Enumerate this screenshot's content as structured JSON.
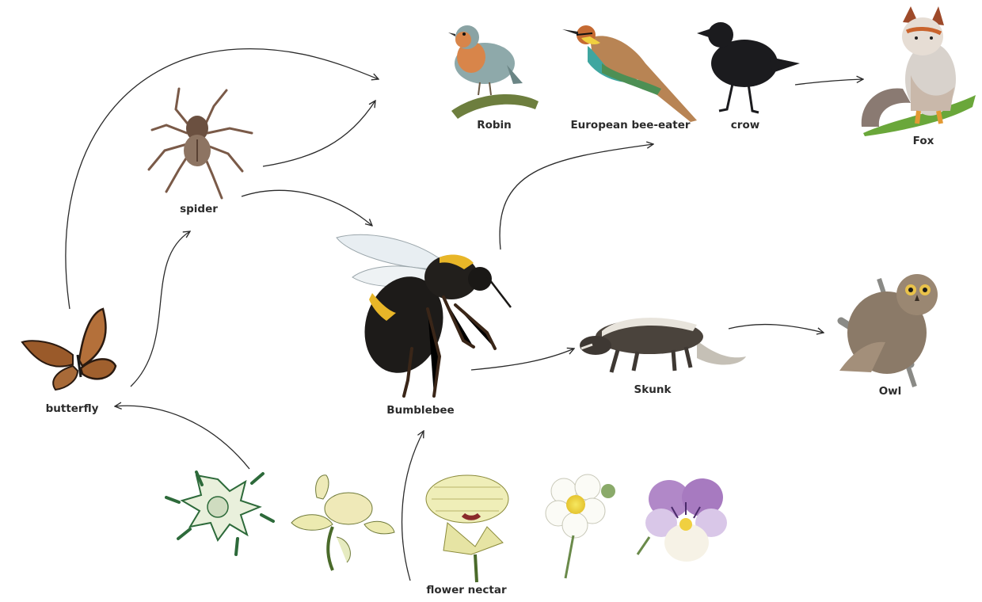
{
  "organisms": {
    "robin": "Robin",
    "bee_eater": "European bee-eater",
    "crow": "crow",
    "fox": "Fox",
    "spider": "spider",
    "bumblebee": "Bumblebee",
    "butterfly": "butterfly",
    "skunk": "Skunk",
    "owl": "Owl",
    "nectar": "flower nectar"
  },
  "colors": {
    "arrow": "#2a2a2a",
    "label": "#2b2b2b",
    "background": "#ffffff"
  }
}
